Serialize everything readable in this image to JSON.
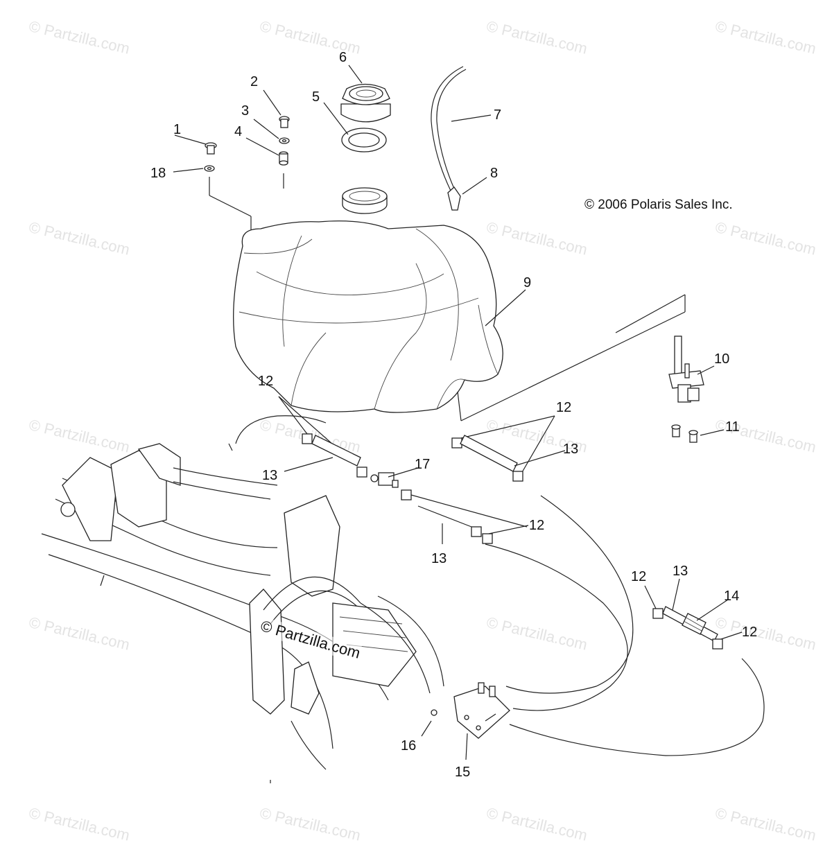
{
  "diagram": {
    "copyright": "© 2006 Polaris Sales Inc.",
    "watermark": "© Partzilla.com",
    "center_watermark": "© Partzilla.com",
    "callouts": {
      "c1": "1",
      "c2": "2",
      "c3": "3",
      "c4": "4",
      "c5": "5",
      "c6": "6",
      "c7": "7",
      "c8": "8",
      "c9": "9",
      "c10": "10",
      "c11": "11",
      "c12a": "12",
      "c12b": "12",
      "c12c": "12",
      "c12d": "12",
      "c12e": "12",
      "c13a": "13",
      "c13b": "13",
      "c13c": "13",
      "c13d": "13",
      "c14": "14",
      "c15": "15",
      "c16": "16",
      "c17": "17",
      "c18": "18"
    }
  }
}
